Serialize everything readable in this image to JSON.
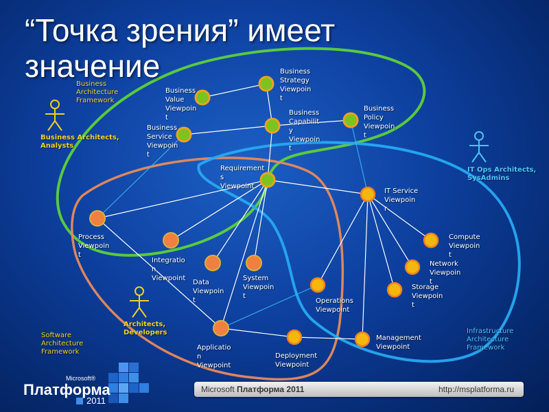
{
  "title": "“Точка зрения” имеет значение",
  "viewpoints": {
    "business_strategy": "Business\nStrategy\nViewpoin\nt",
    "business_value": "Business\nValue\nViewpoin\nt",
    "business_capability": "Business\nCapabilit\ny\nViewpoin\nt",
    "business_policy": "Business\nPolicy\nViewpoin\nt",
    "business_service": "Business\nService\nViewpoin\nt",
    "requirements": "Requirement\ns\nViewpoint",
    "it_service": "IT Service\nViewpoin\nr",
    "process": "Process\nViewpoin\nt",
    "integration": "Integratio\nn\nViewpoint",
    "data": "Data\nViewpoin\nt",
    "system": "System\nViewpoin\nt",
    "compute": "Compute\nViewpoin\nt",
    "network": "Network\nViewpoin\nt",
    "storage": "Storage\nViewpoin\nt",
    "operations": "Operations\nViewpoint",
    "application": "Applicatio\nn\nViewpoint",
    "deployment": "Deployment\nViewpoint",
    "management": "Management\nViewpoint"
  },
  "frameworks": {
    "business": "Business\nArchitecture\nFramework",
    "software": "Software\nArchitecture\nFramework",
    "infrastructure": "Infrastructure\nArchitecture\nFramework"
  },
  "actors": {
    "business": "Business Architects,\nAnalysts",
    "developers": "Architects,\nDevelopers",
    "itops": "IT Ops Architects,\nSysAdmins"
  },
  "footer": {
    "brand_prefix": "Microsoft",
    "brand_name": "Платформа 2011",
    "url": "http://msplatforma.ru"
  },
  "logo": {
    "microsoft": "Microsoft®",
    "name": "Платформа",
    "year": "2011"
  },
  "colors": {
    "background": "#0d3f9e",
    "business_ring": "#5ed13a",
    "software_ring": "#e88a5a",
    "infra_ring": "#27a9f2",
    "node_green": "#7cc31f",
    "node_orange": "#f08040",
    "node_yellow": "#f5b70e",
    "yellow_text": "#f2d21b",
    "blue_text": "#4cc4f6"
  }
}
